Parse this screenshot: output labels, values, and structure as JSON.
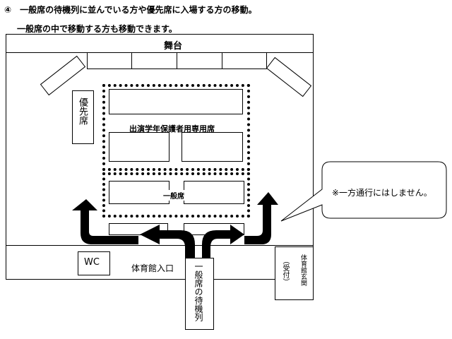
{
  "header": {
    "line1": "④　一般席の待機列に並んでいる方や優先席に入場する方の移動。",
    "line2": "一般席の中で移動する方も移動できます。"
  },
  "stage_label": "舞台",
  "priority_seat_label": "優先席",
  "performer_parents_label": "出演学年保護者用専用席",
  "general_seat_label": "一般席",
  "callout_text": "※一方通行にはしません。",
  "wc_label": "WC",
  "entrance_label": "体育館入口",
  "queue_label": "一般席の待機列",
  "foyer_label": "体育館玄関",
  "reception_label": "（受付）",
  "colors": {
    "line": "#000000",
    "background": "#ffffff"
  }
}
